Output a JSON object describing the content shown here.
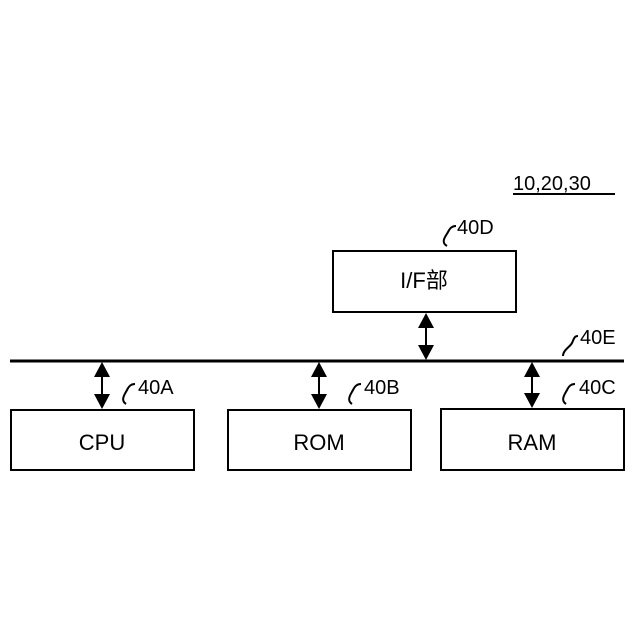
{
  "figure_ref": "10,20,30",
  "bus": {
    "ref": "40E"
  },
  "blocks": [
    {
      "key": "if",
      "label": "I/F部",
      "ref": "40D"
    },
    {
      "key": "cpu",
      "label": "CPU",
      "ref": "40A"
    },
    {
      "key": "rom",
      "label": "ROM",
      "ref": "40B"
    },
    {
      "key": "ram",
      "label": "RAM",
      "ref": "40C"
    }
  ],
  "edges": [
    {
      "from": "if",
      "to": "bus",
      "direction": "bidirectional"
    },
    {
      "from": "cpu",
      "to": "bus",
      "direction": "bidirectional"
    },
    {
      "from": "rom",
      "to": "bus",
      "direction": "bidirectional"
    },
    {
      "from": "ram",
      "to": "bus",
      "direction": "bidirectional"
    }
  ]
}
